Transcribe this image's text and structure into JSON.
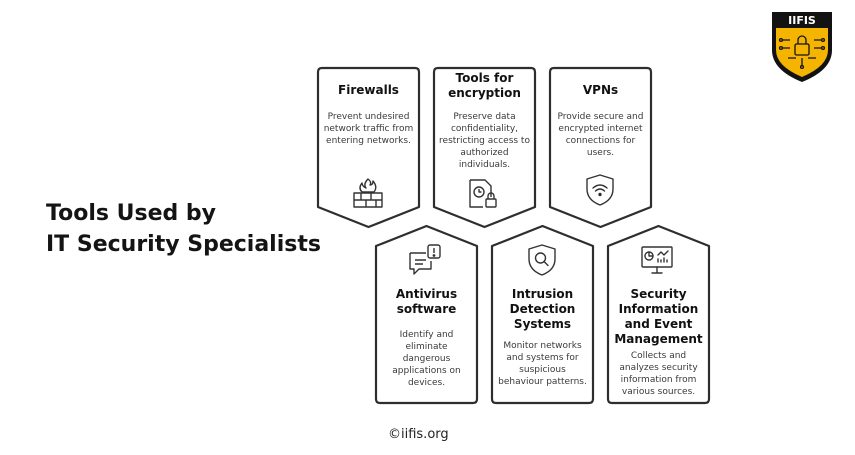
{
  "brand": {
    "logo_text": "IIFIS",
    "accent": "#f4b400",
    "dark": "#121212"
  },
  "title": {
    "line1": "Tools Used by",
    "line2": "IT Security Specialists"
  },
  "tools": [
    {
      "title": "Firewalls",
      "description": "Prevent undesired network traffic from entering networks.",
      "icon": "firewall-icon"
    },
    {
      "title": "Tools for encryption",
      "description": "Preserve data confidentiality, restricting access to authorized individuals.",
      "icon": "encrypted-document-icon"
    },
    {
      "title": "VPNs",
      "description": "Provide secure and encrypted internet connections for users.",
      "icon": "shield-wifi-icon"
    },
    {
      "title": "Antivirus software",
      "description": "Identify and eliminate dangerous applications on devices.",
      "icon": "alert-message-icon"
    },
    {
      "title": "Intrusion Detection Systems",
      "description": "Monitor networks and systems for suspicious behaviour patterns.",
      "icon": "shield-search-icon"
    },
    {
      "title": "Security Information and Event Management",
      "description": "Collects and analyzes security information from various sources.",
      "icon": "analytics-monitor-icon"
    }
  ],
  "footer": {
    "copyright": "©iifis.org"
  }
}
